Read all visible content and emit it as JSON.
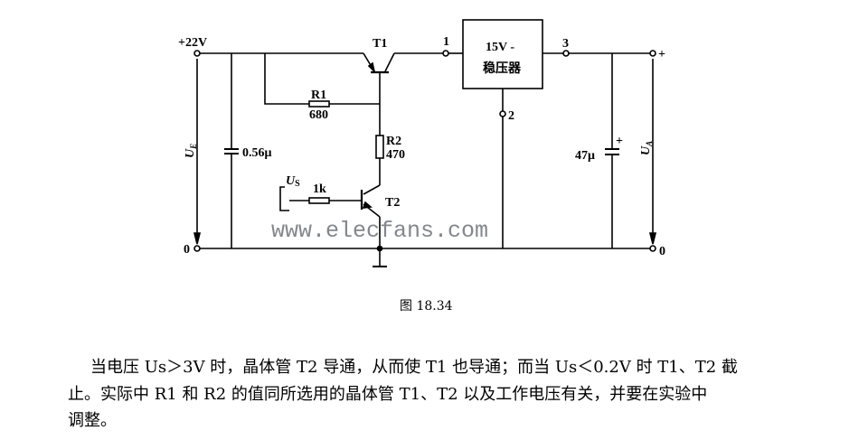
{
  "circuit": {
    "input_voltage": "+22V",
    "input_zero": "0",
    "input_voltage_label": "U",
    "input_voltage_sub": "E",
    "c1": "0.56μ",
    "t1": "T1",
    "t2": "T2",
    "r1_name": "R1",
    "r1_value": "680",
    "r2_name": "R2",
    "r2_value": "470",
    "us_label": "U",
    "us_sub": "S",
    "r3_value": "1k",
    "regulator_line1": "15V -",
    "regulator_line2": "稳压器",
    "pin1": "1",
    "pin2": "2",
    "pin3": "3",
    "c2": "47μ",
    "c2_polarity": "+",
    "output_plus": "+",
    "output_zero": "0",
    "output_voltage_label": "U",
    "output_voltage_sub": "A",
    "watermark": "www.elecfans.com"
  },
  "caption": "图 18.34",
  "paragraph": {
    "line1": "当电压 Us＞3V 时，晶体管 T2 导通，从而使 T1 也导通；而当 Us＜0.2V 时 T1、T2 截",
    "line2": "止。实际中 R1 和 R2 的值同所选用的晶体管 T1、T2 以及工作电压有关，并要在实验中",
    "line3": "调整。"
  }
}
